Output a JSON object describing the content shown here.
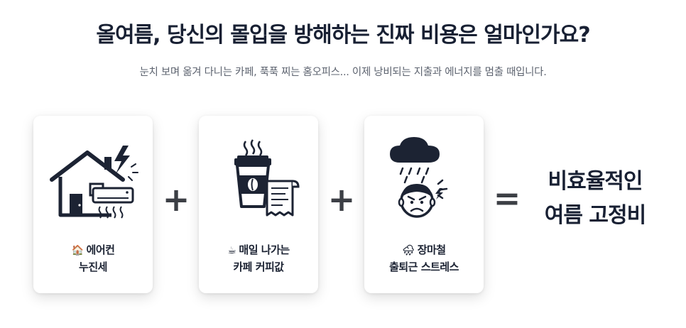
{
  "header": {
    "title": "올여름, 당신의 몰입을 방해하는 진짜 비용은 얼마인가요?",
    "subtitle": "눈치 보며 옮겨 다니는 카페, 푹푹 찌는 홈오피스... 이제 낭비되는 지출과 에너지를 멈출 때입니다."
  },
  "cards": [
    {
      "icon": "house-aircon-icon",
      "emoji": "🏠",
      "line1": "에어컨",
      "line2": "누진세"
    },
    {
      "icon": "coffee-receipt-icon",
      "emoji": "☕",
      "line1": "매일 나가는",
      "line2": "카페 커피값"
    },
    {
      "icon": "rain-stress-icon",
      "emoji": "🌧",
      "line1": "장마철",
      "line2": "출퇴근 스트레스"
    }
  ],
  "operators": {
    "plus": "+",
    "equals": "="
  },
  "result": {
    "line1": "비효율적인",
    "line2": "여름 고정비"
  },
  "colors": {
    "ink": "#1c2333",
    "muted": "#5e6470",
    "operator": "#3c3f45"
  }
}
